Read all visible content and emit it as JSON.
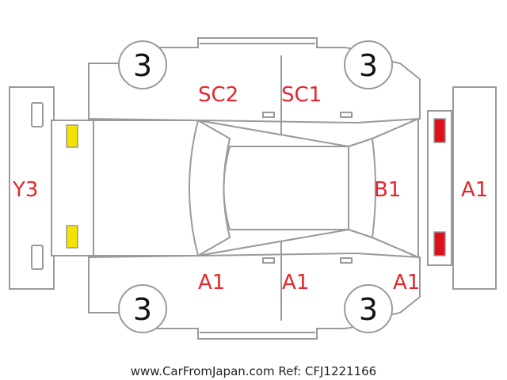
{
  "tyre_tread": {
    "front_left": "3",
    "front_right": "3",
    "rear_left": "3",
    "rear_right": "3"
  },
  "damage_marks": {
    "rear_bumper": "Y3",
    "front_bumper": "A1",
    "bonnet": "B1",
    "top_rear_door": "SC2",
    "top_front_door": "SC1",
    "bottom_rear_door": "A1",
    "bottom_front_door": "A1",
    "bottom_front_fender": "A1"
  },
  "lamp_colors": {
    "rear": "#f0e400",
    "front": "#e0101a"
  },
  "footer": {
    "watermark": "www.CarFromJapan.com Ref: CFJ1221166"
  }
}
